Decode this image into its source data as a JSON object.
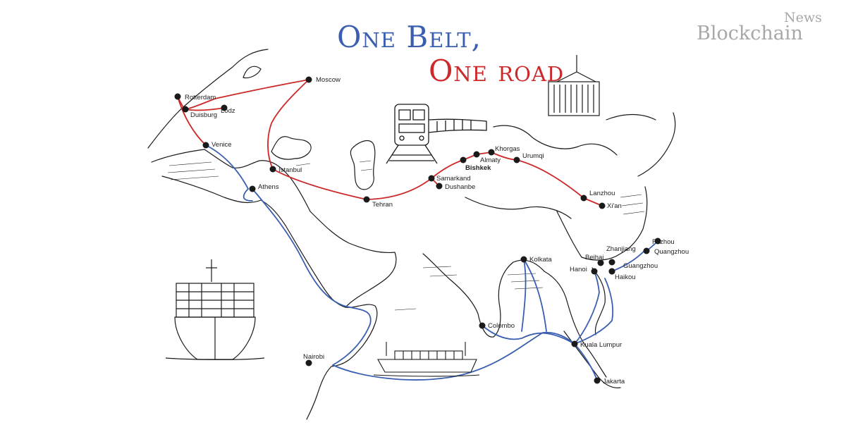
{
  "title": {
    "line1": "One Belt,",
    "line2": "One road"
  },
  "brand": {
    "main": "Blockchain",
    "sup": "News"
  },
  "colors": {
    "belt": "#3a5fb0",
    "road": "#cc2a2a",
    "ink": "#1a1a1a",
    "brand": "#a8a8a8"
  },
  "icons": [
    "train-icon",
    "shipping-container-icon",
    "container-ship-icon",
    "cargo-ship-icon"
  ],
  "cities": [
    {
      "name": "Moscow"
    },
    {
      "name": "Rotterdam"
    },
    {
      "name": "Duisburg"
    },
    {
      "name": "Lodz"
    },
    {
      "name": "Venice"
    },
    {
      "name": "Istanbul"
    },
    {
      "name": "Athens"
    },
    {
      "name": "Tehran"
    },
    {
      "name": "Samarkand"
    },
    {
      "name": "Dushanbe"
    },
    {
      "name": "Bishkek"
    },
    {
      "name": "Almaty"
    },
    {
      "name": "Khorgas"
    },
    {
      "name": "Urumqi"
    },
    {
      "name": "Lanzhou"
    },
    {
      "name": "Xi'an"
    },
    {
      "name": "Fuzhou"
    },
    {
      "name": "Quangzhou"
    },
    {
      "name": "Zhanjiang"
    },
    {
      "name": "Beihai"
    },
    {
      "name": "Hanoi"
    },
    {
      "name": "Guangzhou"
    },
    {
      "name": "Haikou"
    },
    {
      "name": "Kolkata"
    },
    {
      "name": "Colombo"
    },
    {
      "name": "Kuala Lumpur"
    },
    {
      "name": "Jakarta"
    },
    {
      "name": "Nairobi"
    }
  ]
}
